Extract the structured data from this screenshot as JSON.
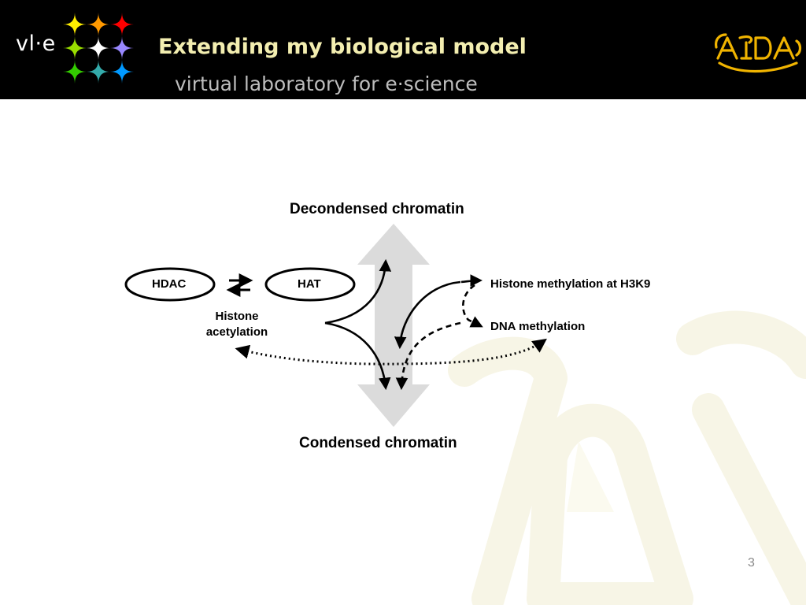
{
  "header": {
    "logo_text": "vl·e",
    "title": "Extending my biological model",
    "subtitle": "virtual laboratory for e·science",
    "star_colors": [
      "#ffee00",
      "#ff9900",
      "#ff0000",
      "#99dd00",
      "#ffffff",
      "#9988ff",
      "#33cc00",
      "#33aaaa",
      "#0099ff"
    ],
    "title_color": "#f3eeb0",
    "aida_logo_color": "#f0b400"
  },
  "diagram": {
    "top_label": "Decondensed chromatin",
    "bottom_label": "Condensed chromatin",
    "hdac": "HDAC",
    "hat": "HAT",
    "acetylation_line1": "Histone",
    "acetylation_line2": "acetylation",
    "h3k9": "Histone methylation at H3K9",
    "dna_methylation": "DNA methylation"
  },
  "page_number": "3"
}
